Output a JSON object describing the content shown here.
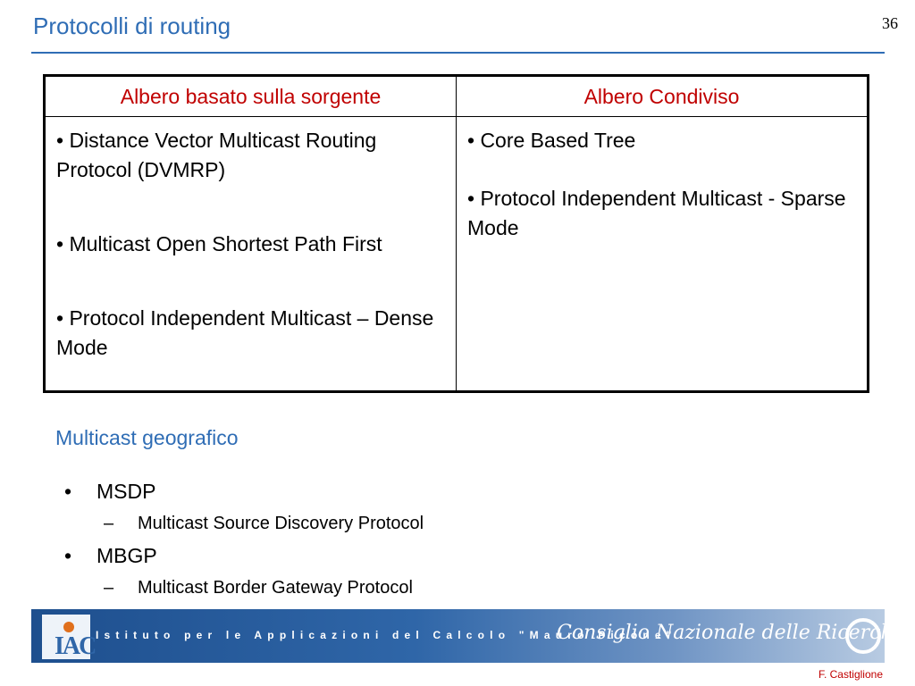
{
  "slide": {
    "title": "Protocolli di routing",
    "page_number": "36"
  },
  "table": {
    "headers": [
      "Albero basato sulla sorgente",
      "Albero Condiviso"
    ],
    "left_items": [
      "• Distance Vector Multicast Routing Protocol (DVMRP)",
      "• Multicast Open Shortest Path First",
      "• Protocol Independent Multicast – Dense Mode"
    ],
    "right_items": [
      "• Core Based Tree",
      "• Protocol Independent Multicast - Sparse Mode"
    ]
  },
  "geo": {
    "heading": "Multicast geografico",
    "items": [
      {
        "label": "MSDP",
        "sub": "Multicast Source Discovery Protocol"
      },
      {
        "label": "MBGP",
        "sub": "Multicast Border Gateway Protocol"
      }
    ],
    "bullet_mark": "•",
    "sub_mark": "–"
  },
  "footer": {
    "institute": "Istituto per le Applicazioni del Calcolo \"Mauro Picone\"",
    "council": "Consiglio Nazionale delle Ricerche",
    "logo_letters": "IAC",
    "author": "F. Castiglione",
    "colors": {
      "banner": "#2f66a8",
      "accent": "#e0701d"
    }
  },
  "colors": {
    "title": "#2f6db5",
    "header_text": "#c00000"
  }
}
